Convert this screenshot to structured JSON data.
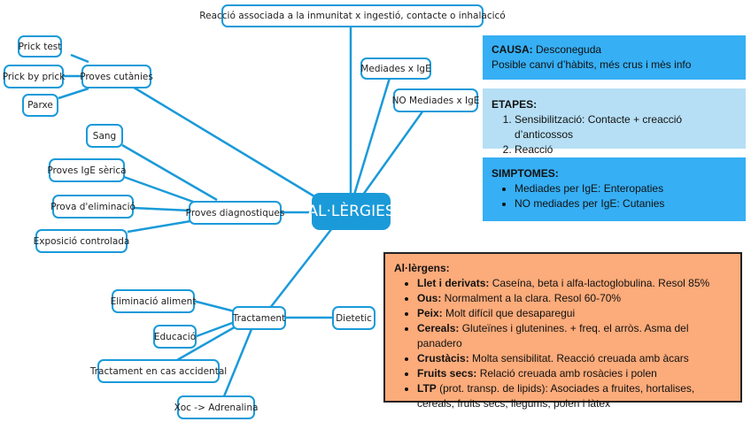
{
  "center": {
    "label": "AL·LÈRGIES"
  },
  "top_node": {
    "label": "Reacció associada a la inmunitat x ingestió, contacte o inhalacicó"
  },
  "mediation": [
    {
      "label": "Mediades x IgE"
    },
    {
      "label": "NO Mediades x IgE"
    }
  ],
  "proves_cutanies": {
    "label": "Proves cutànies",
    "children": [
      {
        "label": "Prick test"
      },
      {
        "label": "Prick by prick"
      },
      {
        "label": "Parxe"
      }
    ]
  },
  "proves_diagnostiques": {
    "label": "Proves diagnostiques",
    "children": [
      {
        "label": "Sang"
      },
      {
        "label": "Proves IgE sèrica"
      },
      {
        "label": "Prova d'eliminació"
      },
      {
        "label": "Exposició controlada"
      }
    ]
  },
  "tractament": {
    "label": "Tractament",
    "children": [
      {
        "label": "Eliminació aliment"
      },
      {
        "label": "Educació"
      },
      {
        "label": "Tractament en cas accidental"
      },
      {
        "label": "Xoc -> Adrenalina"
      },
      {
        "label": "Dietetic"
      }
    ]
  },
  "panels": {
    "causa": {
      "title": "CAUSA:",
      "title_value": "Desconeguda",
      "line2": "Posible canvi d’hàbits, més crus i mès info"
    },
    "etapes": {
      "title": "ETAPES:",
      "items": [
        "Sensibilització: Contacte + creacció d’anticossos",
        "Reacció"
      ]
    },
    "simptomes": {
      "title": "SIMPTOMES:",
      "items": [
        "Mediades per IgE: Enteropaties",
        "NO mediades per IgE: Cutanies"
      ]
    },
    "alergens": {
      "title": "Al·lèrgens:",
      "items": [
        {
          "term": "Llet i derivats:",
          "text": " Caseína, beta i alfa-lactoglobulina. Resol 85%"
        },
        {
          "term": "Ous:",
          "text": " Normalment a la clara. Resol 60-70%"
        },
        {
          "term": "Peix:",
          "text": " Molt difícil que desaparegui"
        },
        {
          "term": "Cereals:",
          "text": " Gluteïnes i glutenines. + freq. el arròs. Asma del panadero"
        },
        {
          "term": "Crustàcis:",
          "text": " Molta sensibilitat. Reacció creuada amb àcars"
        },
        {
          "term": "Fruits secs:",
          "text": " Relació creuada amb rosàcies i polen"
        },
        {
          "term": "LTP",
          "text": " (prot. transp. de lipids): Asociades a fruites, hortalises, cereals, fruits secs, llegums, polen i làtex"
        }
      ]
    }
  }
}
